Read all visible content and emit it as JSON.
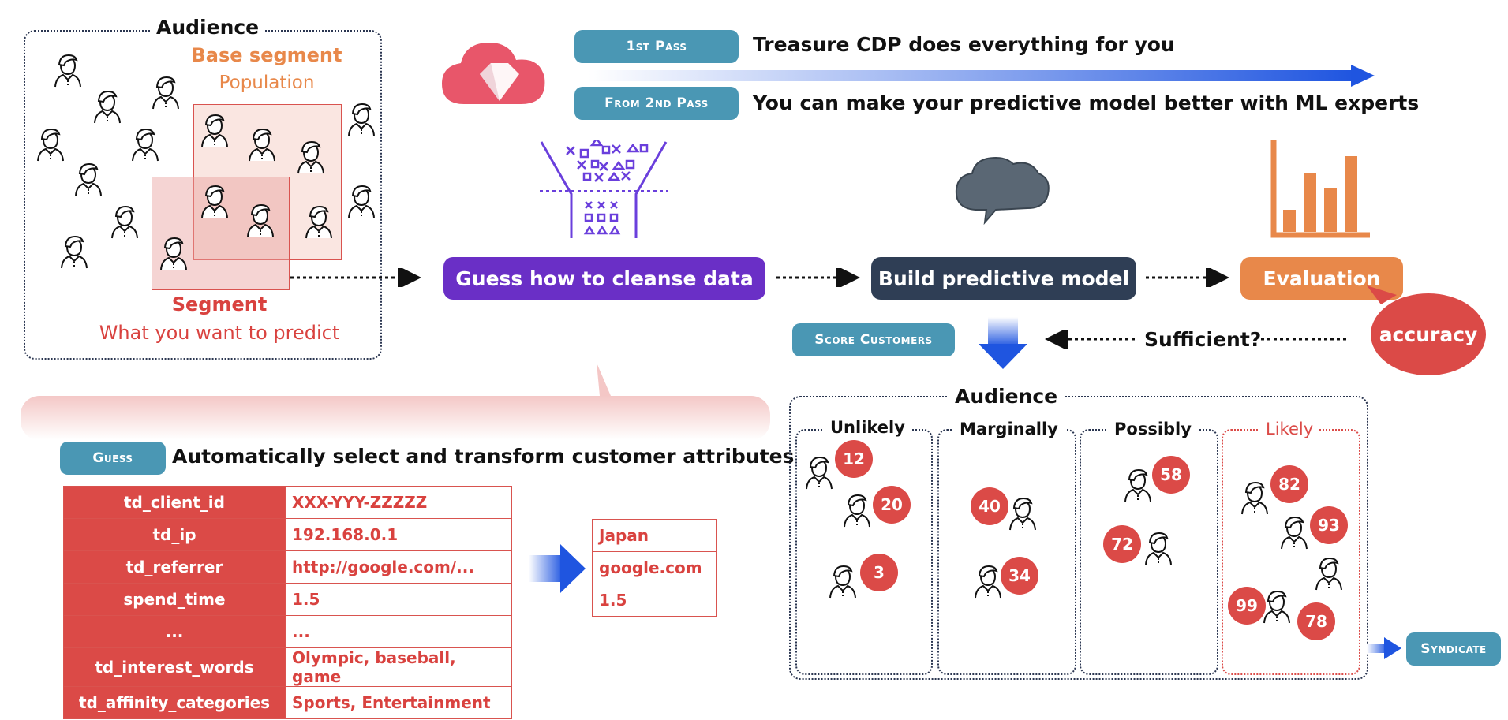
{
  "audience_panel": {
    "title": "Audience",
    "base_segment_title": "Base segment",
    "base_segment_subtitle": "Population",
    "segment_title": "Segment",
    "segment_subtitle": "What you want to predict"
  },
  "passes": [
    {
      "tag": "1st Pass",
      "text": "Treasure CDP does everything for you"
    },
    {
      "tag": "From 2nd Pass",
      "text": "You can make your predictive model better with ML experts"
    }
  ],
  "steps": {
    "cleanse": "Guess how to cleanse data",
    "build": "Build predictive model",
    "evaluation": "Evaluation",
    "accuracy": "accuracy",
    "sufficient": "Sufficient?",
    "score_tag": "Score Customers",
    "syndicate_tag": "Syndicate"
  },
  "guess": {
    "tag": "Guess",
    "title": "Automatically select and transform customer attributes",
    "rows": [
      {
        "key": "td_client_id",
        "value": "XXX-YYY-ZZZZZ"
      },
      {
        "key": "td_ip",
        "value": "192.168.0.1"
      },
      {
        "key": "td_referrer",
        "value": "http://google.com/..."
      },
      {
        "key": "spend_time",
        "value": "1.5"
      },
      {
        "key": "...",
        "value": "..."
      },
      {
        "key": "td_interest_words",
        "value": "Olympic, baseball, game"
      },
      {
        "key": "td_affinity_categories",
        "value": "Sports, Entertainment"
      }
    ],
    "transformed": [
      "Japan",
      "google.com",
      "1.5"
    ]
  },
  "scored_audience": {
    "title": "Audience",
    "groups": [
      {
        "label": "Unlikely",
        "scores": [
          "12",
          "20",
          "3"
        ]
      },
      {
        "label": "Marginally",
        "scores": [
          "40",
          "34"
        ]
      },
      {
        "label": "Possibly",
        "scores": [
          "58",
          "72"
        ]
      },
      {
        "label": "Likely",
        "scores": [
          "82",
          "93",
          "99",
          "78"
        ]
      }
    ]
  },
  "colors": {
    "purple": "#6a2fc6",
    "navy": "#2f3e55",
    "orange": "#e8884a",
    "red": "#db4a47",
    "teal": "#4a97b4",
    "blue": "#1f5fdc"
  }
}
